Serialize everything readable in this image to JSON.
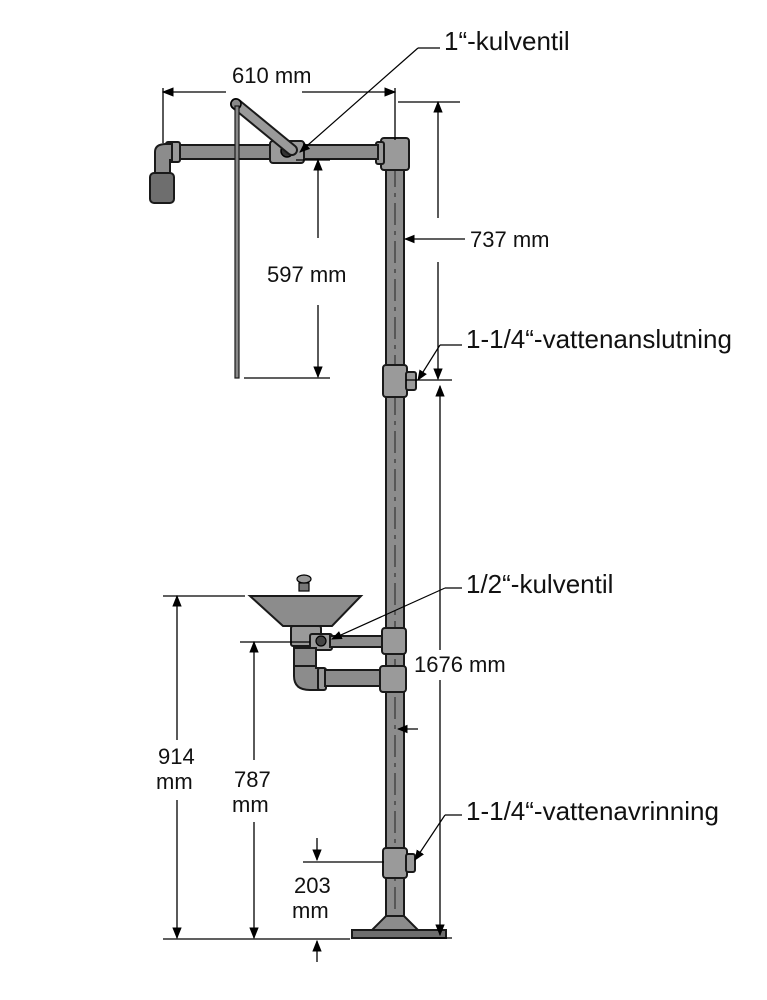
{
  "callouts": {
    "ball_valve_1in": "1“-kulventil",
    "water_inlet": "1-1/4“-vattenanslutning",
    "ball_valve_half": "1/2“-kulventil",
    "water_drain": "1-1/4“-vattenavrinning"
  },
  "dimensions": {
    "arm_length": "610 mm",
    "upper_height": "737 mm",
    "pull_rod": "597 mm",
    "total_height": "1676 mm",
    "bowl_height_line1": "914",
    "bowl_height_line2": "mm",
    "outlet_height_line1": "787",
    "outlet_height_line2": "mm",
    "drain_height_line1": "203",
    "drain_height_line2": "mm"
  },
  "colors": {
    "pipe": "#8c8c8c",
    "outline": "#1a1a1a"
  }
}
